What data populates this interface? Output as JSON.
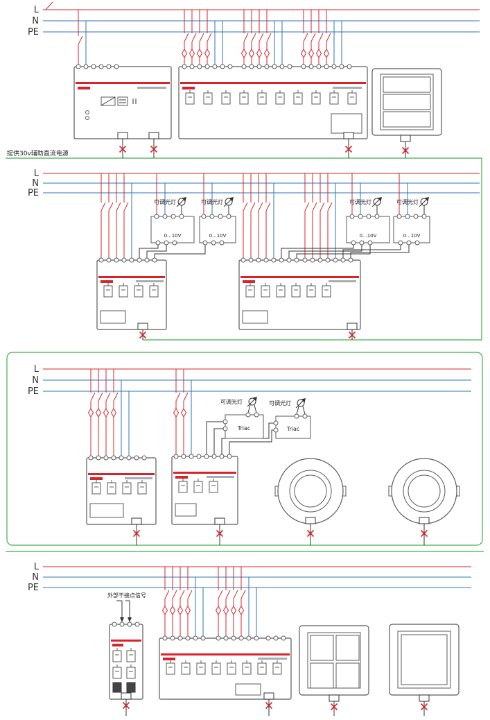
{
  "diagram": {
    "type": "lighting-control-wiring-schematic",
    "bus_labels": {
      "l": "L",
      "n": "N",
      "pe": "PE"
    },
    "annotations": {
      "aux_power": "提供30v辅助直流电源",
      "dry_contact_signal": "外部干接点信号"
    },
    "component_labels": {
      "dimmable_lamp": "可调光灯",
      "analog_0_10v": "0...10V",
      "triac": "Triac"
    },
    "colors": {
      "phase_wire": "#d9232a",
      "neutral_wire": "#2e75b6",
      "bus_wire": "#3faf49",
      "device_stripe": "#d9232a"
    }
  }
}
